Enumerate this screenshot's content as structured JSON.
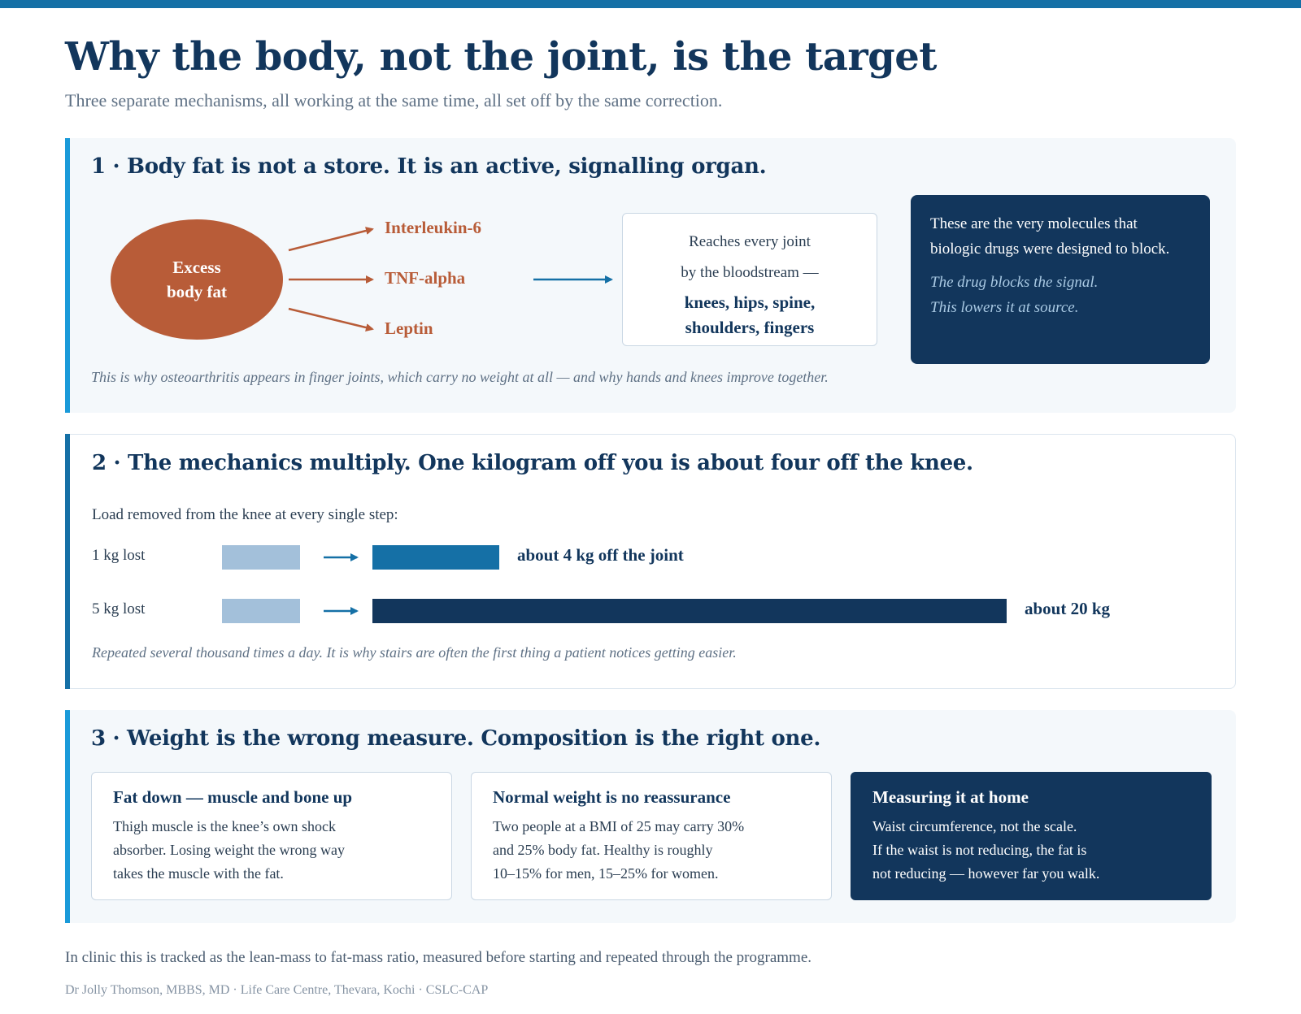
{
  "title": "Why the body, not the joint, is the target",
  "subtitle": "Three separate mechanisms, all working at the same time, all set off by the same correction.",
  "colors": {
    "navy": "#12365c",
    "rust": "#b85c38",
    "blue": "#1570a6",
    "light_blue": "#a3c0da",
    "accent_cyan": "#1a9ad9"
  },
  "section1": {
    "heading": "1 · Body fat is not a store. It is an active, signalling organ.",
    "source_line1": "Excess",
    "source_line2": "body fat",
    "molecules": [
      "Interleukin-6",
      "TNF-alpha",
      "Leptin"
    ],
    "joint_line1": "Reaches every joint",
    "joint_line2": "by the bloodstream —",
    "joint_strong1": "knees, hips, spine,",
    "joint_strong2": "shoulders, fingers",
    "card_text": "These are the very molecules that biologic drugs were designed to block.",
    "card_italic1": "The drug blocks the signal.",
    "card_italic2": "This lowers it at source.",
    "note": "This is why osteoarthritis appears in finger joints, which carry no weight at all — and why hands and knees improve together."
  },
  "section2": {
    "heading": "2 · The mechanics multiply. One kilogram off you is about four off the knee.",
    "intro": "Load removed from the knee at every single step:",
    "rows": [
      {
        "label": "1 kg lost",
        "lost_kg": 1,
        "knee_kg": 4,
        "result": "about 4 kg off the joint"
      },
      {
        "label": "5 kg lost",
        "lost_kg": 5,
        "knee_kg": 20,
        "result": "about 20 kg"
      }
    ],
    "note": "Repeated several thousand times a day. It is why stairs are often the first thing a patient notices getting easier."
  },
  "section3": {
    "heading": "3 · Weight is the wrong measure. Composition is the right one.",
    "cards": [
      {
        "title": "Fat down — muscle and bone up",
        "lines": [
          "Thigh muscle is the knee’s own shock",
          "absorber. Losing weight the wrong way",
          "takes the muscle with the fat."
        ]
      },
      {
        "title": "Normal weight is no reassurance",
        "lines": [
          "Two people at a BMI of 25 may carry 30%",
          "and 25% body fat. Healthy is roughly",
          "10–15% for men, 15–25% for women."
        ]
      },
      {
        "title": "Measuring it at home",
        "lines": [
          "Waist circumference, not the scale.",
          "If the waist is not reducing, the fat is",
          "not reducing — however far you walk."
        ]
      }
    ]
  },
  "footer_note": "In clinic this is tracked as the lean-mass to fat-mass ratio, measured before starting and repeated through the programme.",
  "credit": "Dr Jolly Thomson, MBBS, MD · Life Care Centre, Thevara, Kochi · CSLC-CAP"
}
